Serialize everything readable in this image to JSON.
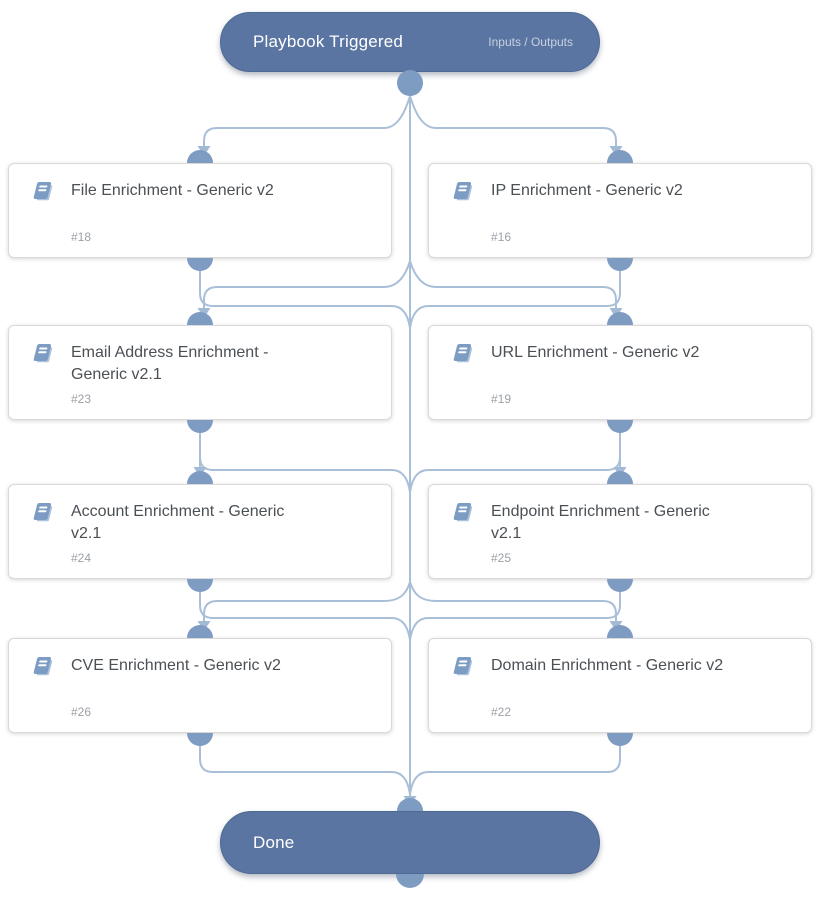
{
  "start_node": {
    "label": "Playbook Triggered",
    "action_label": "Inputs / Outputs"
  },
  "end_node": {
    "label": "Done"
  },
  "blocks": [
    {
      "title": "File Enrichment - Generic v2",
      "id": "#18"
    },
    {
      "title": "IP Enrichment - Generic v2",
      "id": "#16"
    },
    {
      "title": "Email Address Enrichment - Generic v2.1",
      "id": "#23"
    },
    {
      "title": "URL Enrichment - Generic v2",
      "id": "#19"
    },
    {
      "title": "Account Enrichment - Generic v2.1",
      "id": "#24"
    },
    {
      "title": "Endpoint Enrichment - Generic v2.1",
      "id": "#25"
    },
    {
      "title": "CVE Enrichment - Generic v2",
      "id": "#26"
    },
    {
      "title": "Domain Enrichment - Generic v2",
      "id": "#22"
    }
  ],
  "colors": {
    "node_fill": "#5a75a1",
    "port": "#7e9bc2",
    "line": "#a9bfd8",
    "arrow": "#a3bad5",
    "block_border": "#d9d9d9",
    "title_text": "#4b5055",
    "id_text": "#9ba1a8",
    "icon_blue": "#7d9cc4",
    "icon_pages": "#adc2dc"
  }
}
